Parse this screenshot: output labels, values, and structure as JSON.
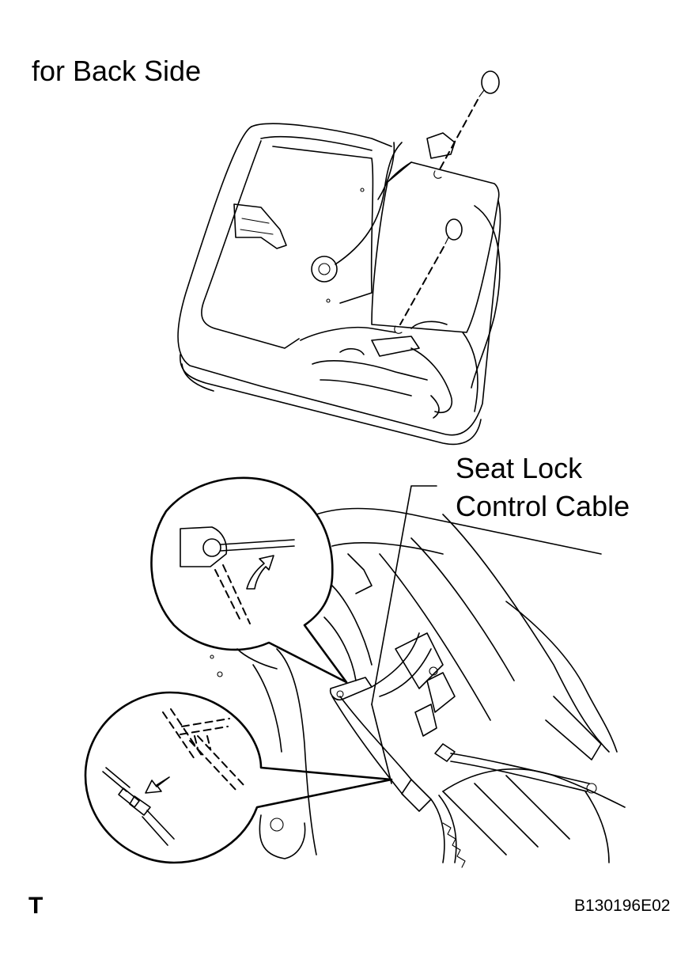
{
  "heading": "for Back Side",
  "callout": {
    "line1": "Seat Lock",
    "line2": "Control Cable"
  },
  "corner_marker": "T",
  "figure_id": "B130196E02"
}
